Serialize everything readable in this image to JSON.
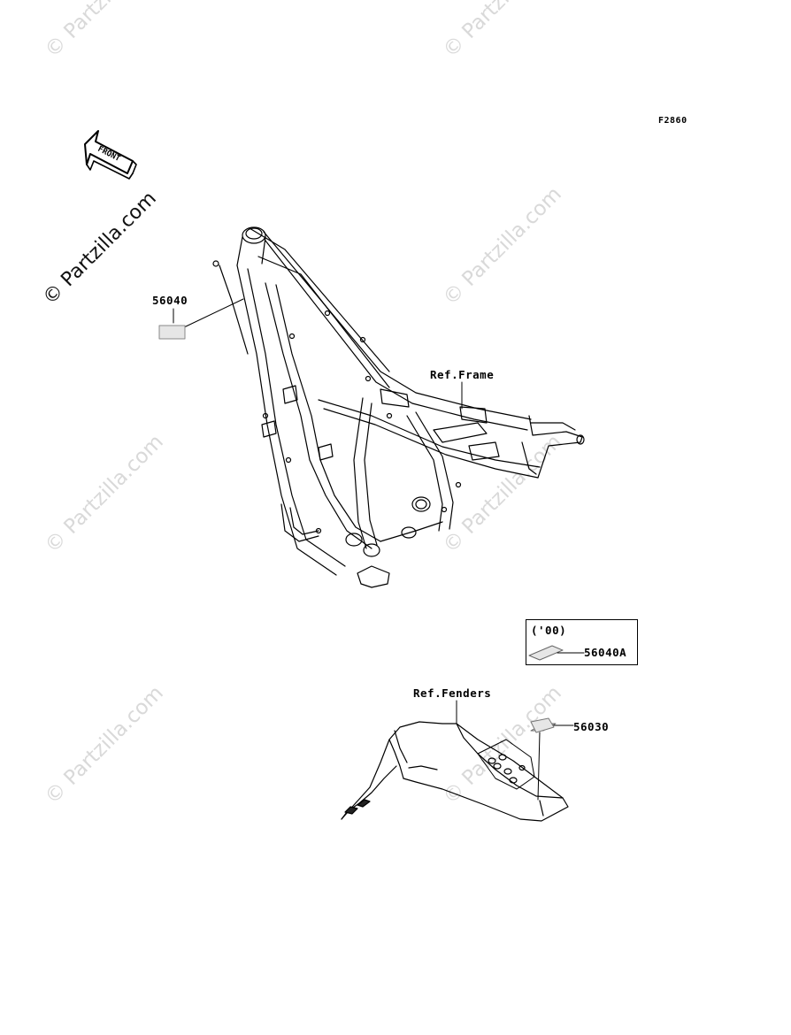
{
  "diagram_code": "F2860",
  "front_arrow": {
    "label": "FRONT"
  },
  "watermark": {
    "text": "© Partzilla.com"
  },
  "parts": {
    "label_56040": "56040",
    "label_56040A": "56040A",
    "label_56030": "56030"
  },
  "refs": {
    "frame": "Ref.Frame",
    "fenders": "Ref.Fenders"
  },
  "variant_box": {
    "year": "('00)"
  }
}
